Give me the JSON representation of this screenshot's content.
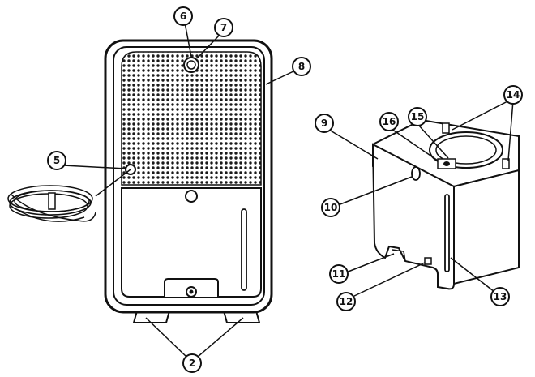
{
  "callouts": {
    "c2": "2",
    "c5": "5",
    "c6": "6",
    "c7": "7",
    "c8": "8",
    "c9": "9",
    "c10": "10",
    "c11": "11",
    "c12": "12",
    "c13": "13",
    "c14": "14",
    "c15": "15",
    "c16": "16"
  }
}
